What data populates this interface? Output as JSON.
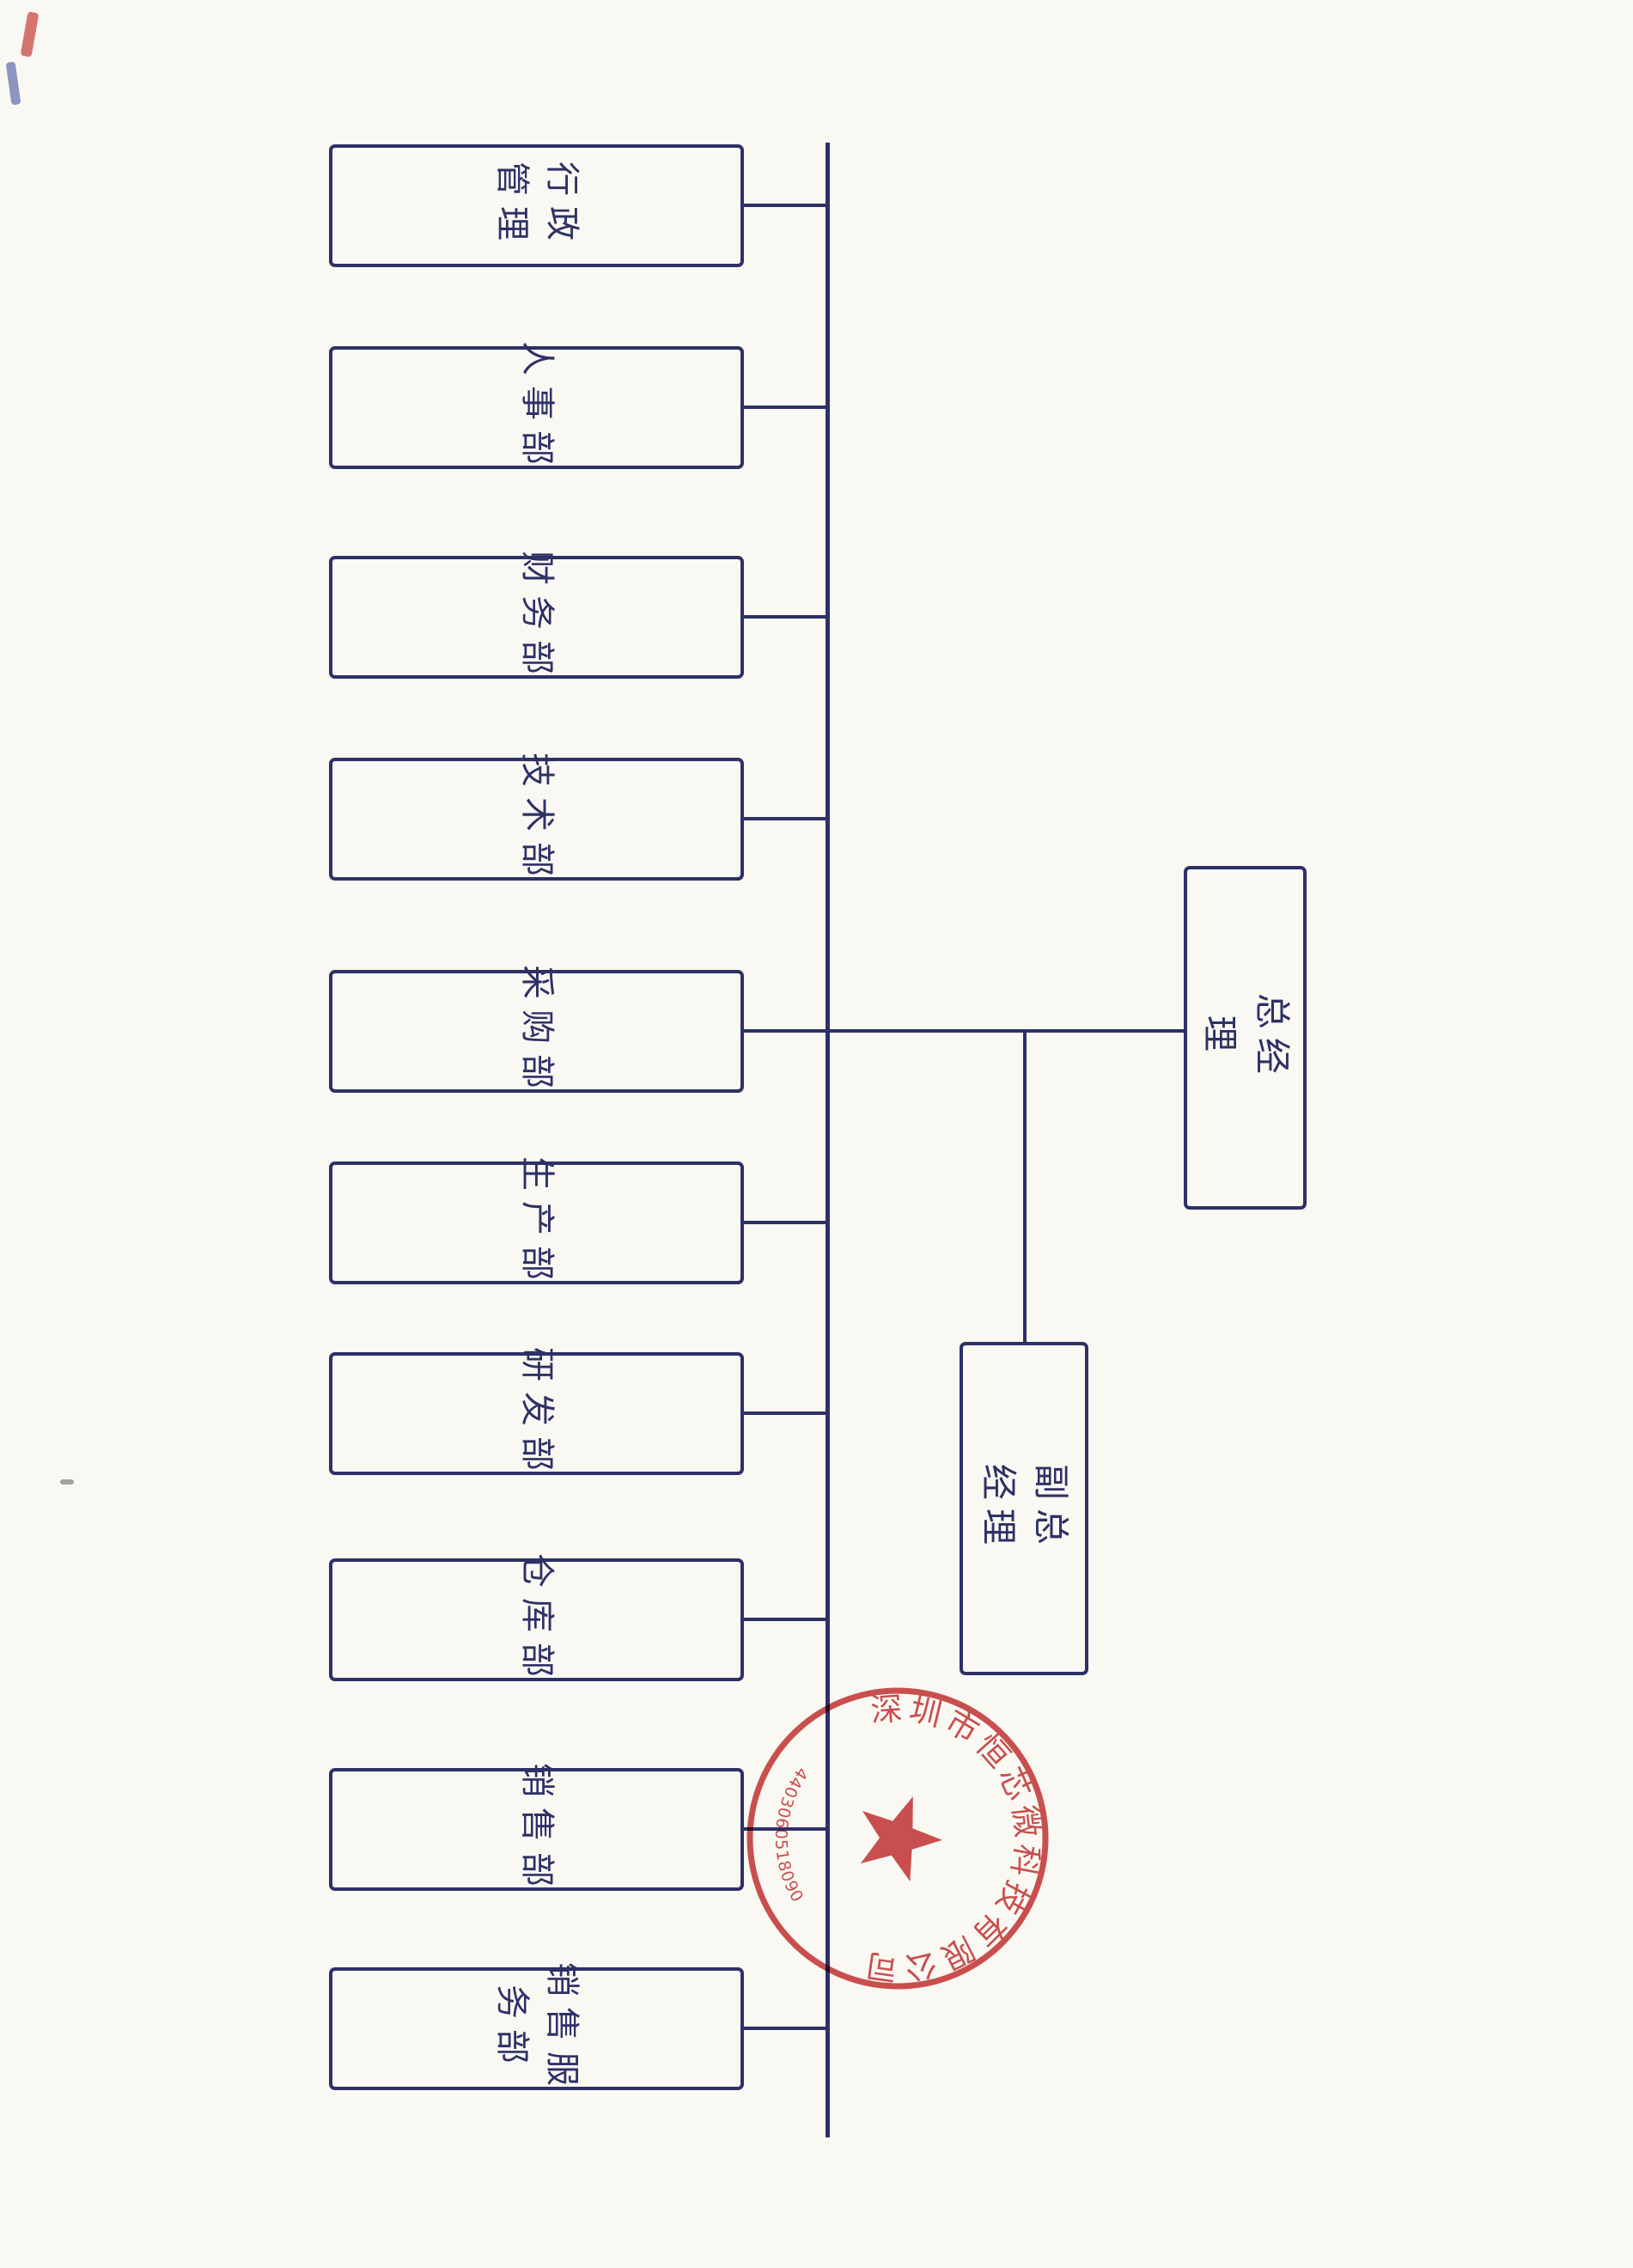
{
  "colors": {
    "paper": "#faf8f2",
    "ink": "#2e3166",
    "seal_red": "#c5393a"
  },
  "chart": {
    "type": "org-chart",
    "orientation": "rotated-90-clockwise-scan",
    "root": {
      "label": "总经理"
    },
    "deputy": {
      "label": "副总经理"
    },
    "departments": [
      {
        "name": "行政管理",
        "label": "行政\n管理"
      },
      {
        "name": "人事部",
        "label": "人事部"
      },
      {
        "name": "财务部",
        "label": "财务部"
      },
      {
        "name": "技术部",
        "label": "技术部"
      },
      {
        "name": "采购部",
        "label": "采购部"
      },
      {
        "name": "生产部",
        "label": "生产部"
      },
      {
        "name": "研发部",
        "label": "研发部"
      },
      {
        "name": "仓库部",
        "label": "仓库部"
      },
      {
        "name": "销售部",
        "label": "销售部"
      },
      {
        "name": "销售服务部",
        "label": "销售服\n务部"
      }
    ]
  },
  "seal": {
    "shape": "circular-star-seal",
    "company": "深圳市恒芯微科技有限公司",
    "number": "4403060518090"
  }
}
